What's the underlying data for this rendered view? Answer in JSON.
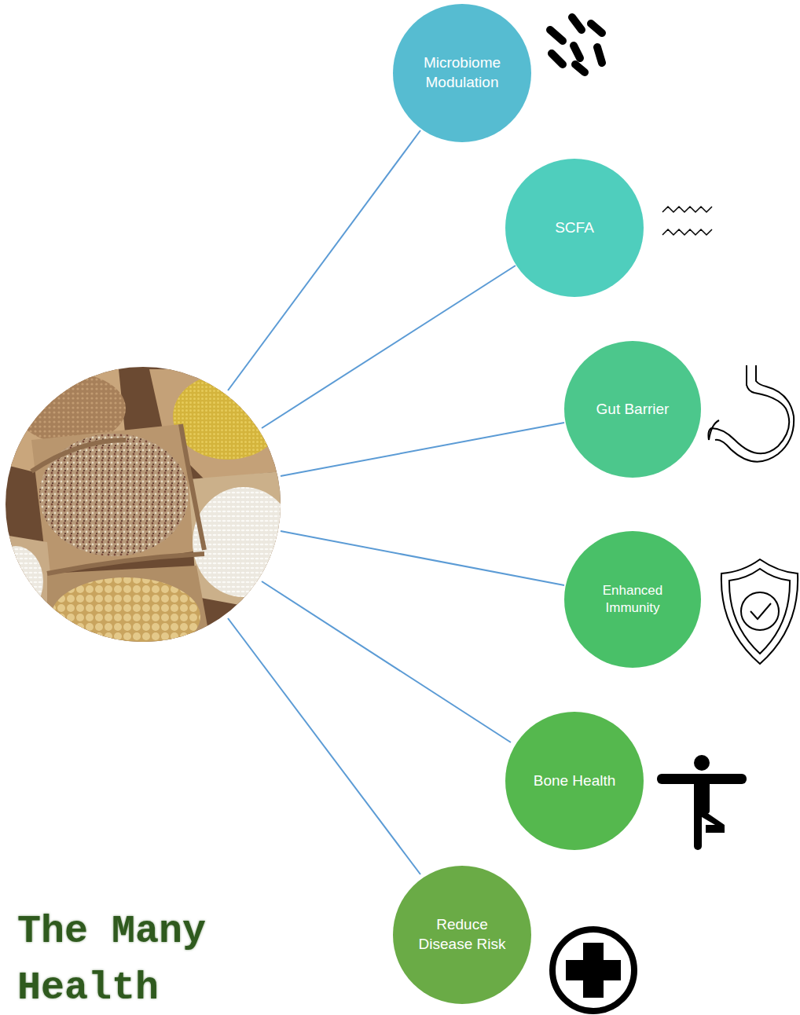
{
  "diagram": {
    "title": "The Many Health",
    "nodes": [
      {
        "text": [
          "Microbiome Modulation"
        ]
      },
      {
        "text": [
          "SCFA"
        ]
      },
      {
        "text": [
          "Gut Barrier"
        ]
      },
      {
        "text": [
          "Enhanced Immunity"
        ]
      },
      {
        "text": [
          "Bone Health"
        ]
      },
      {
        "text": [
          "Reduce Disease Risk"
        ]
      }
    ]
  }
}
